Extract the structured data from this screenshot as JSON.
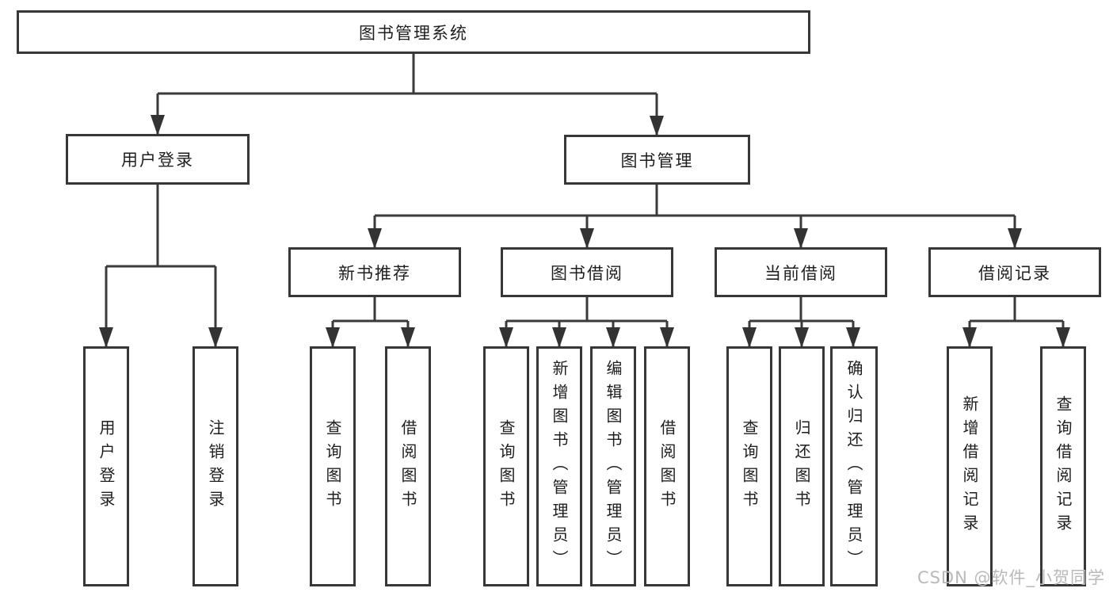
{
  "diagram": {
    "title": "图书管理系统",
    "branches": {
      "user_login": "用户登录",
      "book_management": "图书管理"
    },
    "modules": {
      "new_book": "新书推荐",
      "book_borrow": "图书借阅",
      "current_borrow": "当前借阅",
      "borrow_record": "借阅记录"
    },
    "leaves": {
      "user_login": [
        "用户登录",
        "注销登录"
      ],
      "new_book": [
        "查询图书",
        "借阅图书"
      ],
      "book_borrow": [
        "查询图书",
        "新增图书（管理员）",
        "编辑图书（管理员）",
        "借阅图书"
      ],
      "current_borrow": [
        "查询图书",
        "归还图书",
        "确认归还（管理员）"
      ],
      "borrow_record": [
        "新增借阅记录",
        "查询借阅记录"
      ]
    }
  },
  "watermark": "CSDN @软件_小贺同学",
  "colors": {
    "line": "#3a3a3a",
    "text": "#1e1e1e",
    "watermark": "#b9b9b9",
    "background": "#ffffff"
  }
}
